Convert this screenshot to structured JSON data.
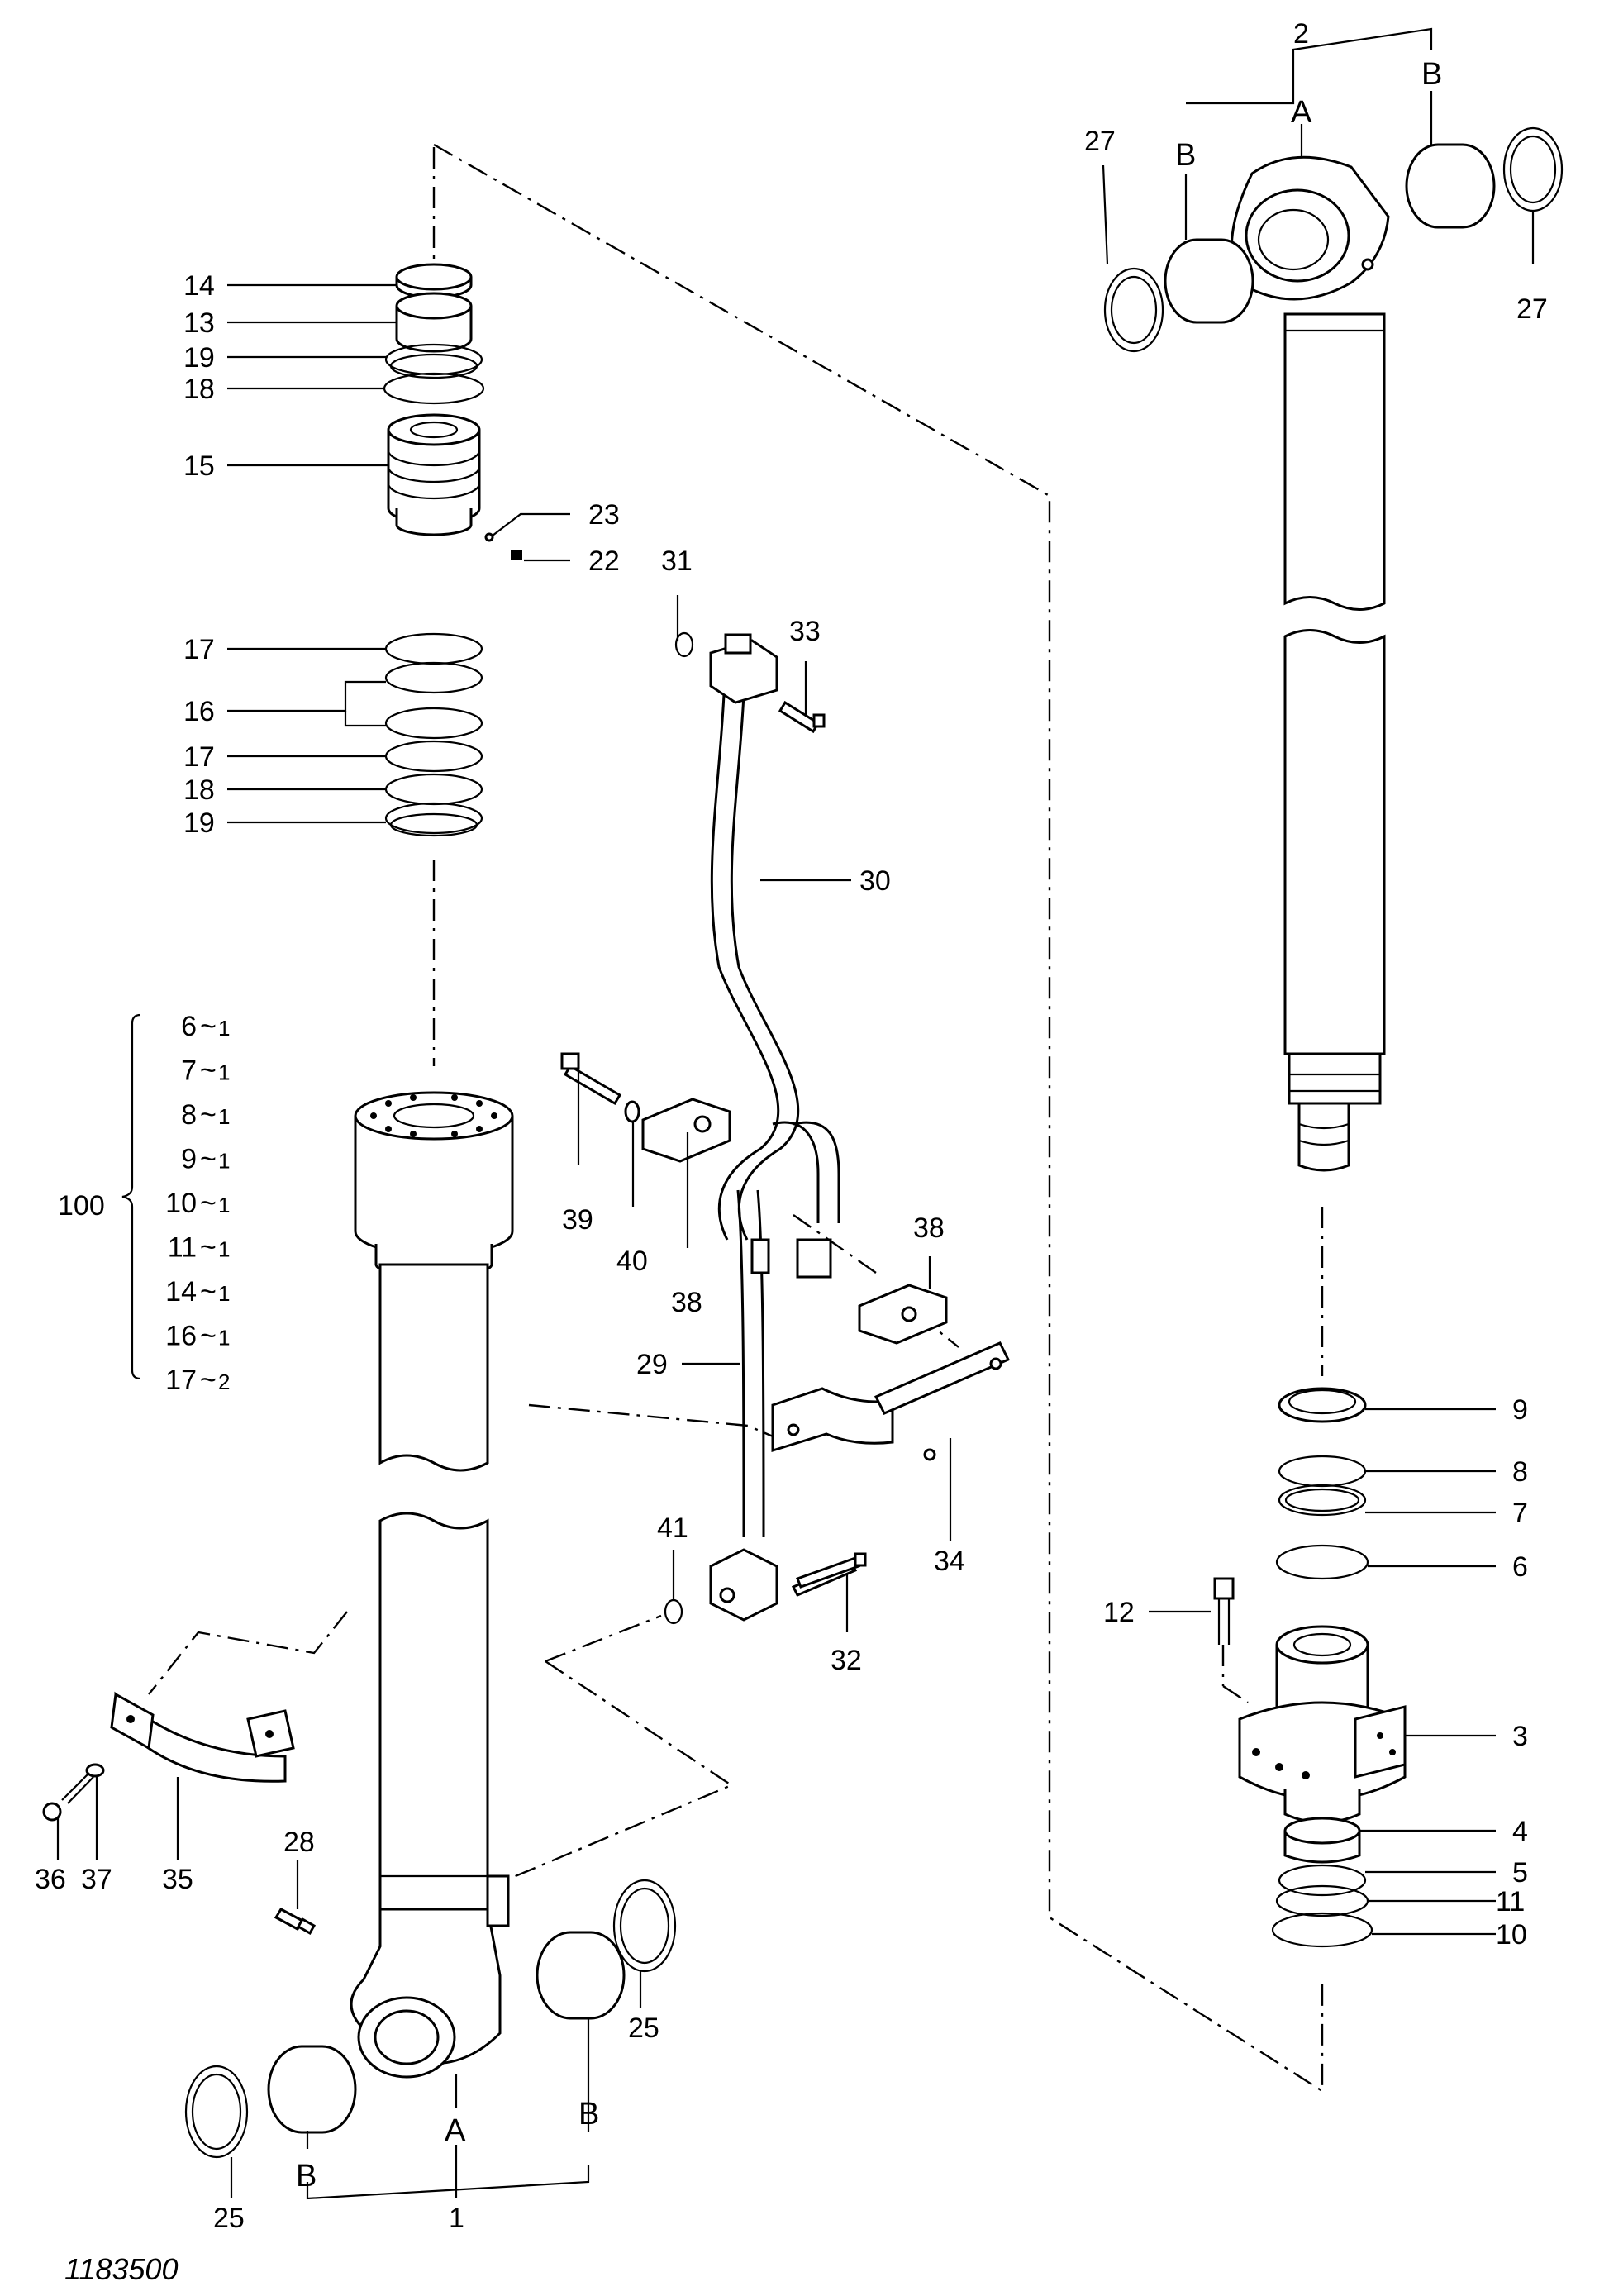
{
  "drawing_id": "1183500",
  "callouts": {
    "c1": "1",
    "c2": "2",
    "c3": "3",
    "c4": "4",
    "c5": "5",
    "c6": "6",
    "c7": "7",
    "c8": "8",
    "c9": "9",
    "c10": "10",
    "c11": "11",
    "c12": "12",
    "c13": "13",
    "c14": "14",
    "c15": "15",
    "c16": "16",
    "c17a": "17",
    "c17b": "17",
    "c18a": "18",
    "c18b": "18",
    "c19a": "19",
    "c19b": "19",
    "c22": "22",
    "c23": "23",
    "c25a": "25",
    "c25b": "25",
    "c27a": "27",
    "c27b": "27",
    "c28": "28",
    "c29": "29",
    "c30": "30",
    "c31": "31",
    "c32": "32",
    "c33": "33",
    "c34": "34",
    "c35": "35",
    "c36": "36",
    "c37": "37",
    "c38a": "38",
    "c38b": "38",
    "c39": "39",
    "c40": "40",
    "c41": "41",
    "c100": "100"
  },
  "letters": {
    "rod_a": "A",
    "rod_b_left": "B",
    "rod_b_right": "B",
    "tube_a": "A",
    "tube_b_left": "B",
    "tube_b_right": "B"
  },
  "kit_list": [
    {
      "part": "6",
      "qty": "1"
    },
    {
      "part": "7",
      "qty": "1"
    },
    {
      "part": "8",
      "qty": "1"
    },
    {
      "part": "9",
      "qty": "1"
    },
    {
      "part": "10",
      "qty": "1"
    },
    {
      "part": "11",
      "qty": "1"
    },
    {
      "part": "14",
      "qty": "1"
    },
    {
      "part": "16",
      "qty": "1"
    },
    {
      "part": "17",
      "qty": "2"
    }
  ],
  "kit_separator": "~"
}
